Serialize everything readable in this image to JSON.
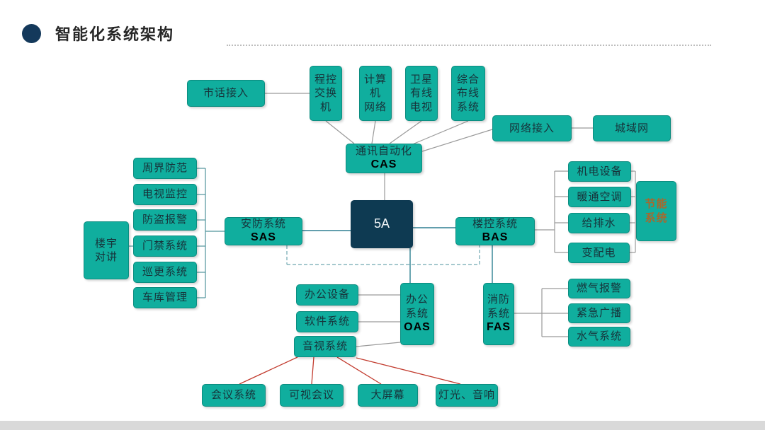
{
  "title": {
    "text": "智能化系统架构"
  },
  "colors": {
    "box_teal": "#10ae9e",
    "center_navy": "#0e3a52",
    "bullet_navy": "#14395b",
    "line_gray": "#9a9a9a",
    "line_teal": "#2e7f92",
    "line_dashed": "#6fa7b0",
    "line_red": "#c23b2e",
    "energy_text": "#a9672c"
  },
  "nodes": {
    "shihua": {
      "label": "市话接入"
    },
    "chengkong": {
      "label": "程控\n交换\n机"
    },
    "jisuanji": {
      "label": "计算\n机\n网络"
    },
    "weixing": {
      "label": "卫星\n有线\n电视"
    },
    "zonghe": {
      "label": "综合\n布线\n系统"
    },
    "wangluo": {
      "label": "网络接入"
    },
    "chengyuwang": {
      "label": "城域网"
    },
    "cas": {
      "label": "通讯自动化",
      "code": "CAS"
    },
    "five_a": {
      "label": "5A"
    },
    "sas": {
      "label": "安防系统",
      "code": "SAS"
    },
    "bas": {
      "label": "楼控系统",
      "code": "BAS"
    },
    "oas": {
      "label": "办公\n系统",
      "code": "OAS"
    },
    "fas": {
      "label": "消防\n系统",
      "code": "FAS"
    },
    "louyu": {
      "label": "楼宇\n对讲"
    },
    "zhoujie": {
      "label": "周界防范"
    },
    "dianshi": {
      "label": "电视监控"
    },
    "fangdao": {
      "label": "防盗报警"
    },
    "menjin": {
      "label": "门禁系统"
    },
    "xungeng": {
      "label": "巡更系统"
    },
    "cheku": {
      "label": "车库管理"
    },
    "jidian": {
      "label": "机电设备"
    },
    "nuantong": {
      "label": "暖通空调"
    },
    "geipaishui": {
      "label": "给排水"
    },
    "bianpeidian": {
      "label": "变配电"
    },
    "jieneng": {
      "label": "节能\n系统"
    },
    "bangongshebei": {
      "label": "办公设备"
    },
    "ruanjian": {
      "label": "软件系统"
    },
    "yinshi": {
      "label": "音视系统"
    },
    "ranqi": {
      "label": "燃气报警"
    },
    "jinji": {
      "label": "紧急广播"
    },
    "shuiqi": {
      "label": "水气系统"
    },
    "huiyi": {
      "label": "会议系统"
    },
    "keshi": {
      "label": "可视会议"
    },
    "daping": {
      "label": "大屏幕"
    },
    "dengguang": {
      "label": "灯光、音响"
    }
  },
  "edges": [
    {
      "from": "市话接入",
      "to": "程控交换机",
      "style": "gray"
    },
    {
      "from": "程控交换机",
      "to": "通讯自动化CAS",
      "style": "gray"
    },
    {
      "from": "计算机网络",
      "to": "通讯自动化CAS",
      "style": "gray"
    },
    {
      "from": "卫星有线电视",
      "to": "通讯自动化CAS",
      "style": "gray"
    },
    {
      "from": "综合布线系统",
      "to": "通讯自动化CAS",
      "style": "gray"
    },
    {
      "from": "网络接入",
      "to": "通讯自动化CAS",
      "style": "gray"
    },
    {
      "from": "网络接入",
      "to": "城域网",
      "style": "gray"
    },
    {
      "from": "通讯自动化CAS",
      "to": "5A",
      "style": "gray"
    },
    {
      "from": "安防系统SAS",
      "to": "5A",
      "style": "teal"
    },
    {
      "from": "5A",
      "to": "楼控系统BAS",
      "style": "teal"
    },
    {
      "from": "5A",
      "to": "办公系统OAS",
      "style": "teal"
    },
    {
      "from": "楼控系统BAS",
      "to": "消防系统FAS",
      "style": "teal"
    },
    {
      "from": "安防系统SAS",
      "to": "楼控系统BAS",
      "style": "dashed"
    },
    {
      "from": "楼宇对讲",
      "to": "门禁系统",
      "style": "teal"
    },
    {
      "from": "周界防范",
      "to": "安防系统SAS",
      "style": "teal"
    },
    {
      "from": "电视监控",
      "to": "安防系统SAS",
      "style": "teal"
    },
    {
      "from": "防盗报警",
      "to": "安防系统SAS",
      "style": "teal"
    },
    {
      "from": "门禁系统",
      "to": "安防系统SAS",
      "style": "teal"
    },
    {
      "from": "巡更系统",
      "to": "安防系统SAS",
      "style": "teal"
    },
    {
      "from": "车库管理",
      "to": "安防系统SAS",
      "style": "teal"
    },
    {
      "from": "楼控系统BAS",
      "to": "机电设备",
      "style": "gray"
    },
    {
      "from": "楼控系统BAS",
      "to": "暖通空调",
      "style": "gray"
    },
    {
      "from": "楼控系统BAS",
      "to": "给排水",
      "style": "gray"
    },
    {
      "from": "楼控系统BAS",
      "to": "变配电",
      "style": "gray"
    },
    {
      "from": "机电设备",
      "to": "节能系统",
      "style": "gray"
    },
    {
      "from": "暖通空调",
      "to": "节能系统",
      "style": "gray"
    },
    {
      "from": "给排水",
      "to": "节能系统",
      "style": "gray"
    },
    {
      "from": "变配电",
      "to": "节能系统",
      "style": "gray"
    },
    {
      "from": "办公设备",
      "to": "办公系统OAS",
      "style": "gray"
    },
    {
      "from": "软件系统",
      "to": "办公系统OAS",
      "style": "gray"
    },
    {
      "from": "音视系统",
      "to": "办公系统OAS",
      "style": "gray"
    },
    {
      "from": "消防系统FAS",
      "to": "燃气报警",
      "style": "gray"
    },
    {
      "from": "消防系统FAS",
      "to": "紧急广播",
      "style": "gray"
    },
    {
      "from": "消防系统FAS",
      "to": "水气系统",
      "style": "gray"
    },
    {
      "from": "音视系统",
      "to": "会议系统",
      "style": "red"
    },
    {
      "from": "音视系统",
      "to": "可视会议",
      "style": "red"
    },
    {
      "from": "音视系统",
      "to": "大屏幕",
      "style": "red"
    },
    {
      "from": "音视系统",
      "to": "灯光、音响",
      "style": "red"
    }
  ]
}
